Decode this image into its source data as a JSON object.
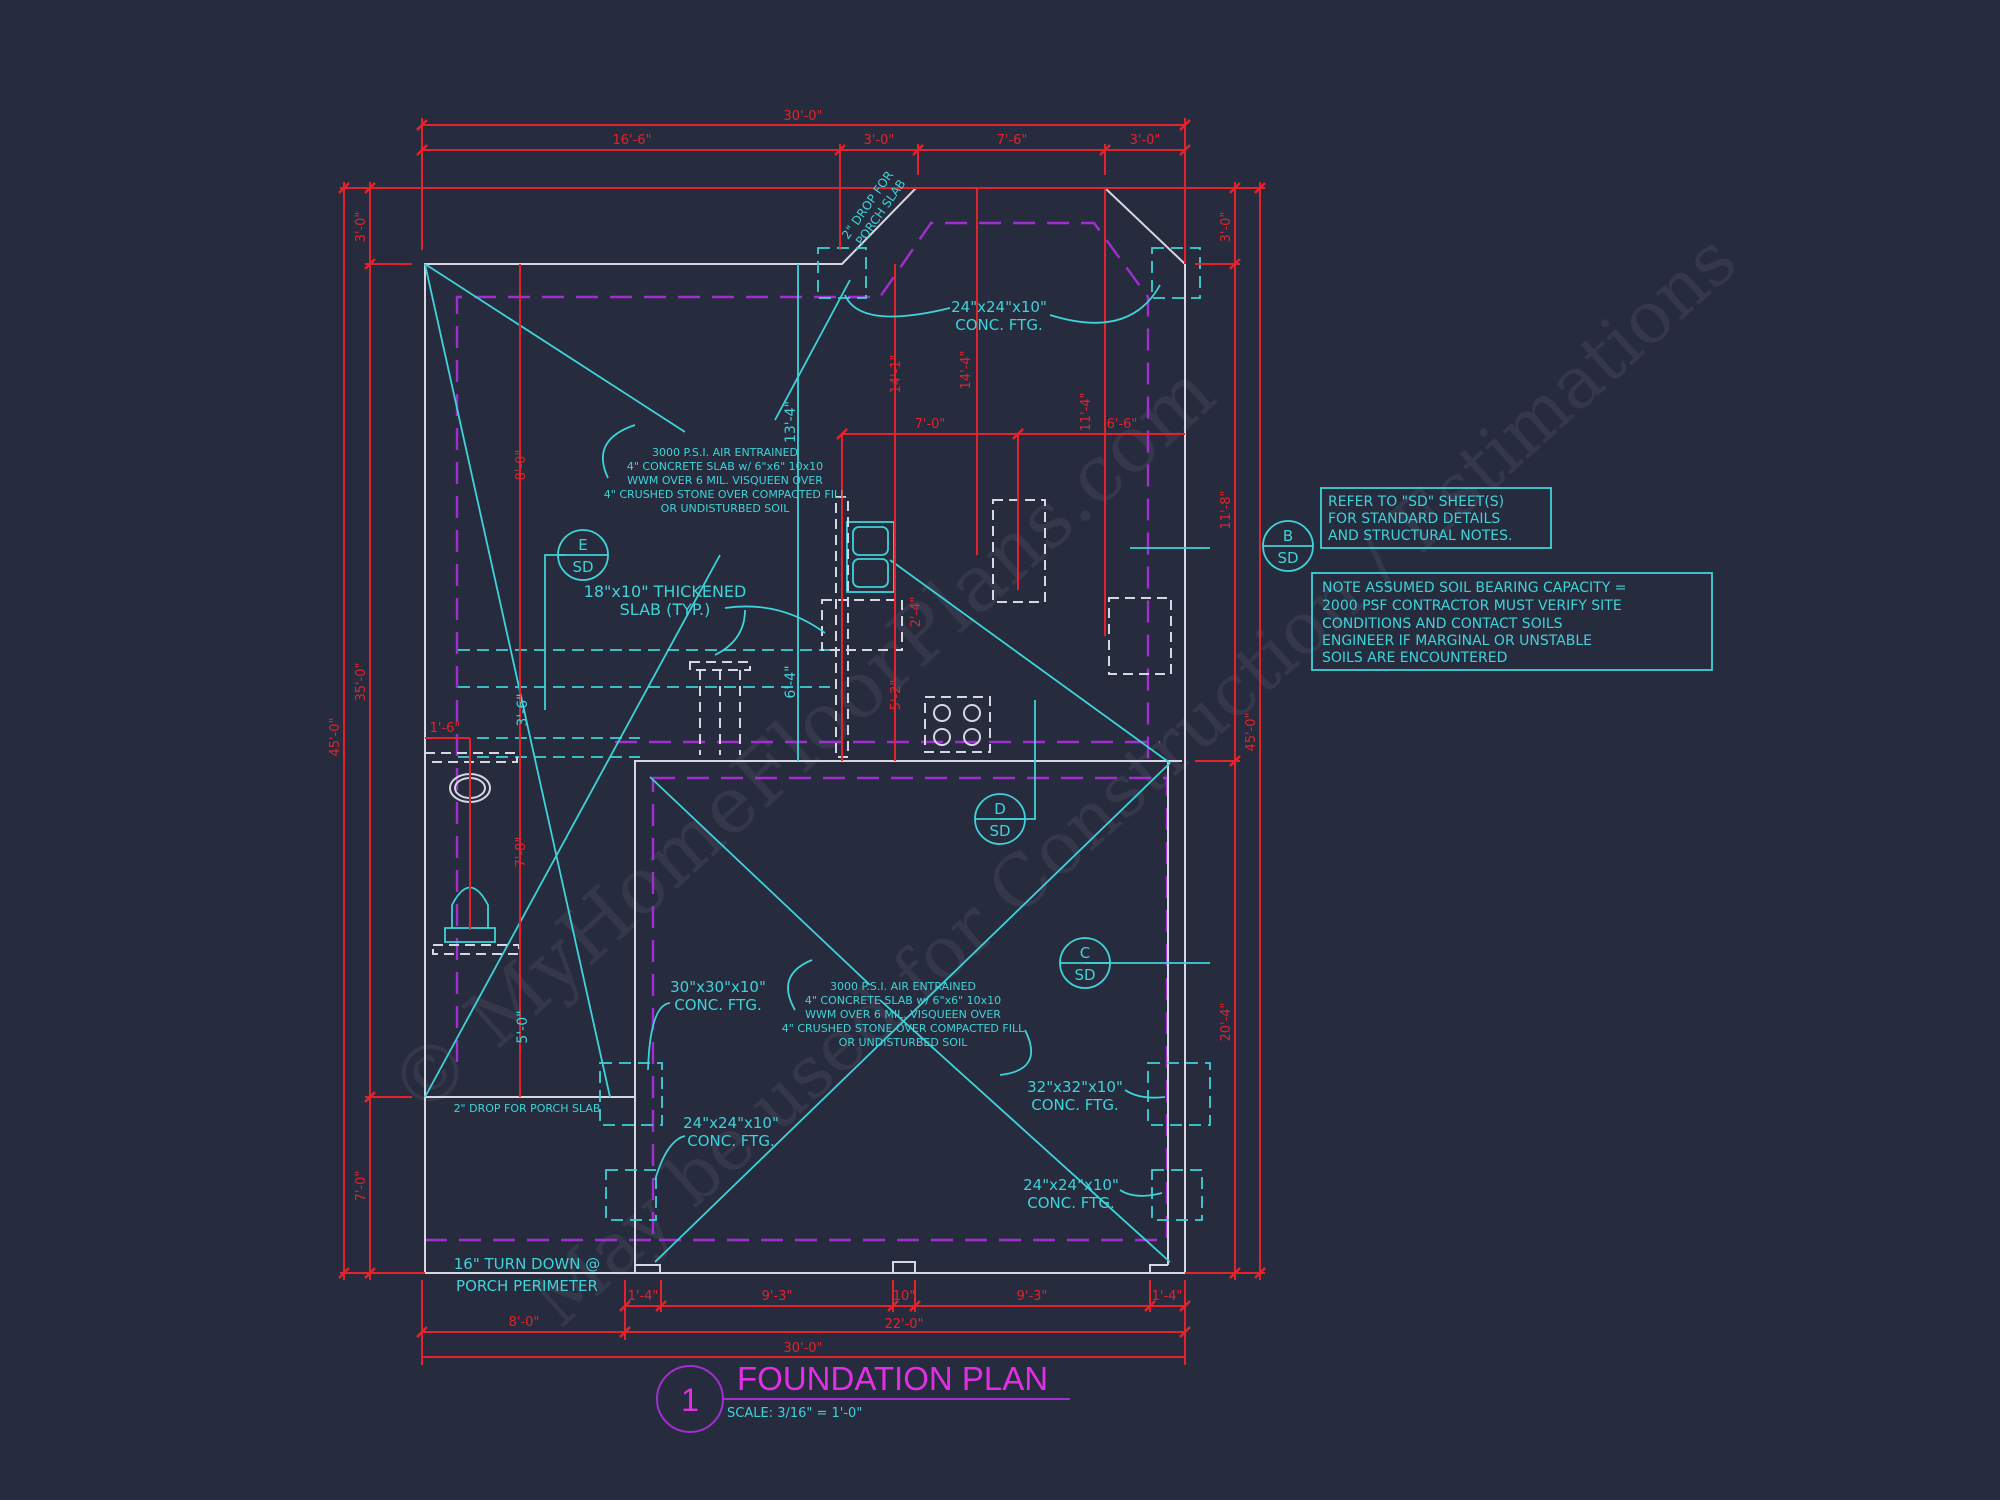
{
  "title": {
    "number": "1",
    "name": "FOUNDATION PLAN",
    "scale": "SCALE: 3/16\" = 1'-0\""
  },
  "dimensions": {
    "top": {
      "overall": "30'-0\"",
      "segments": [
        "16'-6\"",
        "3'-0\"",
        "7'-6\"",
        "3'-0\""
      ]
    },
    "bottom": {
      "segments": [
        "1'-4\"",
        "9'-3\"",
        "10\"",
        "9'-3\"",
        "1'-4\""
      ],
      "middle": [
        "8'-0\"",
        "22'-0\""
      ],
      "overall": "30'-0\""
    },
    "left": {
      "segments": [
        "3'-0\"",
        "35'-0\"",
        "7'-0\""
      ],
      "overall": "45'-0\""
    },
    "right": {
      "segments": [
        "3'-0\"",
        "11'-8\"",
        "20'-4\""
      ],
      "overall": "45'-0\""
    },
    "interior_red": [
      "8'-0\"",
      "7'-8\"",
      "1'-6\"",
      "14'-1\"",
      "14'-4\"",
      "7'-0\"",
      "6'-6\"",
      "11'-4\"",
      "2'-4\"",
      "5'-2\""
    ],
    "interior_cyan": [
      "13'-4\"",
      "6'-4\"",
      "3'-6\"",
      "5'-0\""
    ]
  },
  "notes": {
    "slab_upper": [
      "3000 P.S.I. AIR ENTRAINED",
      "4\" CONCRETE SLAB w/ 6\"x6\" 10x10",
      "WWM OVER 6 MIL. VISQUEEN OVER",
      "4\" CRUSHED STONE OVER COMPACTED FILL",
      "OR UNDISTURBED SOIL"
    ],
    "slab_lower": [
      "3000 P.S.I. AIR ENTRAINED",
      "4\" CONCRETE SLAB w/ 6\"x6\" 10x10",
      "WWM OVER 6 MIL. VISQUEEN OVER",
      "4\" CRUSHED STONE OVER COMPACTED FILL",
      "OR UNDISTURBED SOIL"
    ],
    "thickened_slab": [
      "18\"x10\" THICKENED",
      "SLAB (TYP.)"
    ],
    "porch_drop_top": [
      "2\" DROP FOR",
      "PORCH SLAB"
    ],
    "porch_drop_bottom": "2\" DROP FOR PORCH SLAB",
    "turn_down": [
      "16\" TURN DOWN @",
      "PORCH PERIMETER"
    ],
    "refer_box": [
      "REFER TO \"SD\" SHEET(S)",
      "FOR STANDARD DETAILS",
      "AND STRUCTURAL NOTES."
    ],
    "soil_box": [
      "NOTE ASSUMED SOIL BEARING CAPACITY =",
      "2000 PSF CONTRACTOR MUST VERIFY SITE",
      "CONDITIONS AND CONTACT SOILS",
      "ENGINEER IF MARGINAL OR UNSTABLE",
      "SOILS ARE ENCOUNTERED"
    ]
  },
  "footings": [
    {
      "size": "24\"x24\"x10\"",
      "label": "CONC. FTG."
    },
    {
      "size": "30\"x30\"x10\"",
      "label": "CONC. FTG."
    },
    {
      "size": "32\"x32\"x10\"",
      "label": "CONC. FTG."
    },
    {
      "size": "24\"x24\"x10\"",
      "label": "CONC. FTG."
    },
    {
      "size": "24\"x24\"x10\"",
      "label": "CONC. FTG."
    }
  ],
  "section_markers": [
    {
      "id": "E",
      "sheet": "SD"
    },
    {
      "id": "B",
      "sheet": "SD"
    },
    {
      "id": "D",
      "sheet": "SD"
    },
    {
      "id": "C",
      "sheet": "SD"
    }
  ],
  "watermark": [
    "© MyHomeFloorPlans.com",
    "May be used for Construction / Estimations"
  ],
  "colors": {
    "background": "#272b3e",
    "dimension": "#e3232c",
    "annotation": "#3ed3d8",
    "wall": "#d6d7e2",
    "footing_line": "#a12fcf",
    "title": "#e22fe6"
  }
}
